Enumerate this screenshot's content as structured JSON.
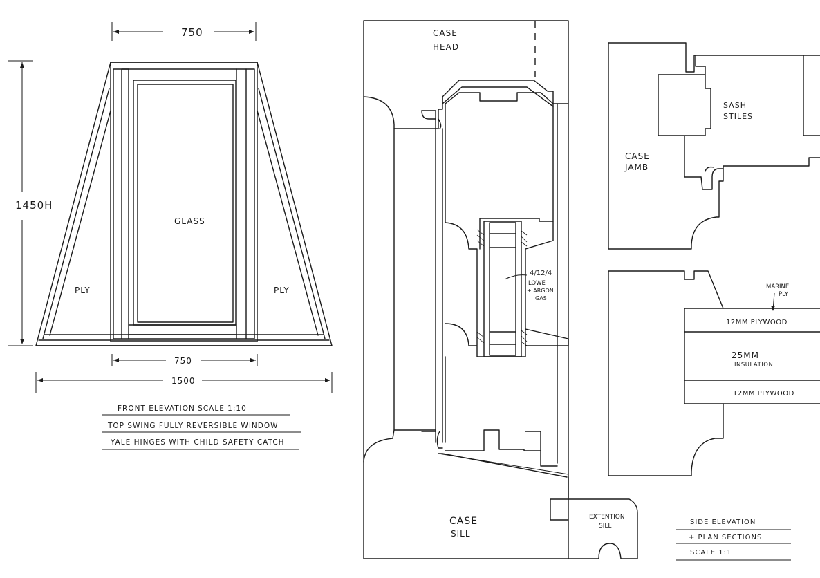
{
  "front_elevation": {
    "dim_top_width": "750",
    "dim_height": "1450H",
    "dim_inner_width": "750",
    "dim_total_width": "1500",
    "glass_label": "GLASS",
    "ply_left_label": "PLY",
    "ply_right_label": "PLY",
    "notes": [
      "FRONT ELEVATION    SCALE 1:10",
      "TOP SWING  FULLY  REVERSIBLE  WINDOW",
      "YALE  HINGES   WITH  CHILD SAFETY  CATCH"
    ]
  },
  "section": {
    "case_head_line1": "CASE",
    "case_head_line2": "HEAD",
    "glazing_line1": "4/12/4",
    "glazing_line2": "LOWE",
    "glazing_line3": "+ ARGON",
    "glazing_line4": "GAS",
    "case_sill_line1": "CASE",
    "case_sill_line2": "SILL",
    "extension_sill_line1": "EXTENTION",
    "extension_sill_line2": "SILL"
  },
  "plan_sections": {
    "sash_stiles_line1": "SASH",
    "sash_stiles_line2": "STILES",
    "case_jamb_line1": "CASE",
    "case_jamb_line2": "JAMB",
    "marine_ply_line1": "MARINE",
    "marine_ply_line2": "PLY",
    "ply_top": "12MM  PLYWOOD",
    "insulation_line1": "25MM",
    "insulation_line2": "INSULATION",
    "ply_bottom": "12MM  PLYWOOD",
    "notes": [
      "SIDE  ELEVATION",
      "+ PLAN  SECTIONS",
      "SCALE   1:1"
    ]
  }
}
